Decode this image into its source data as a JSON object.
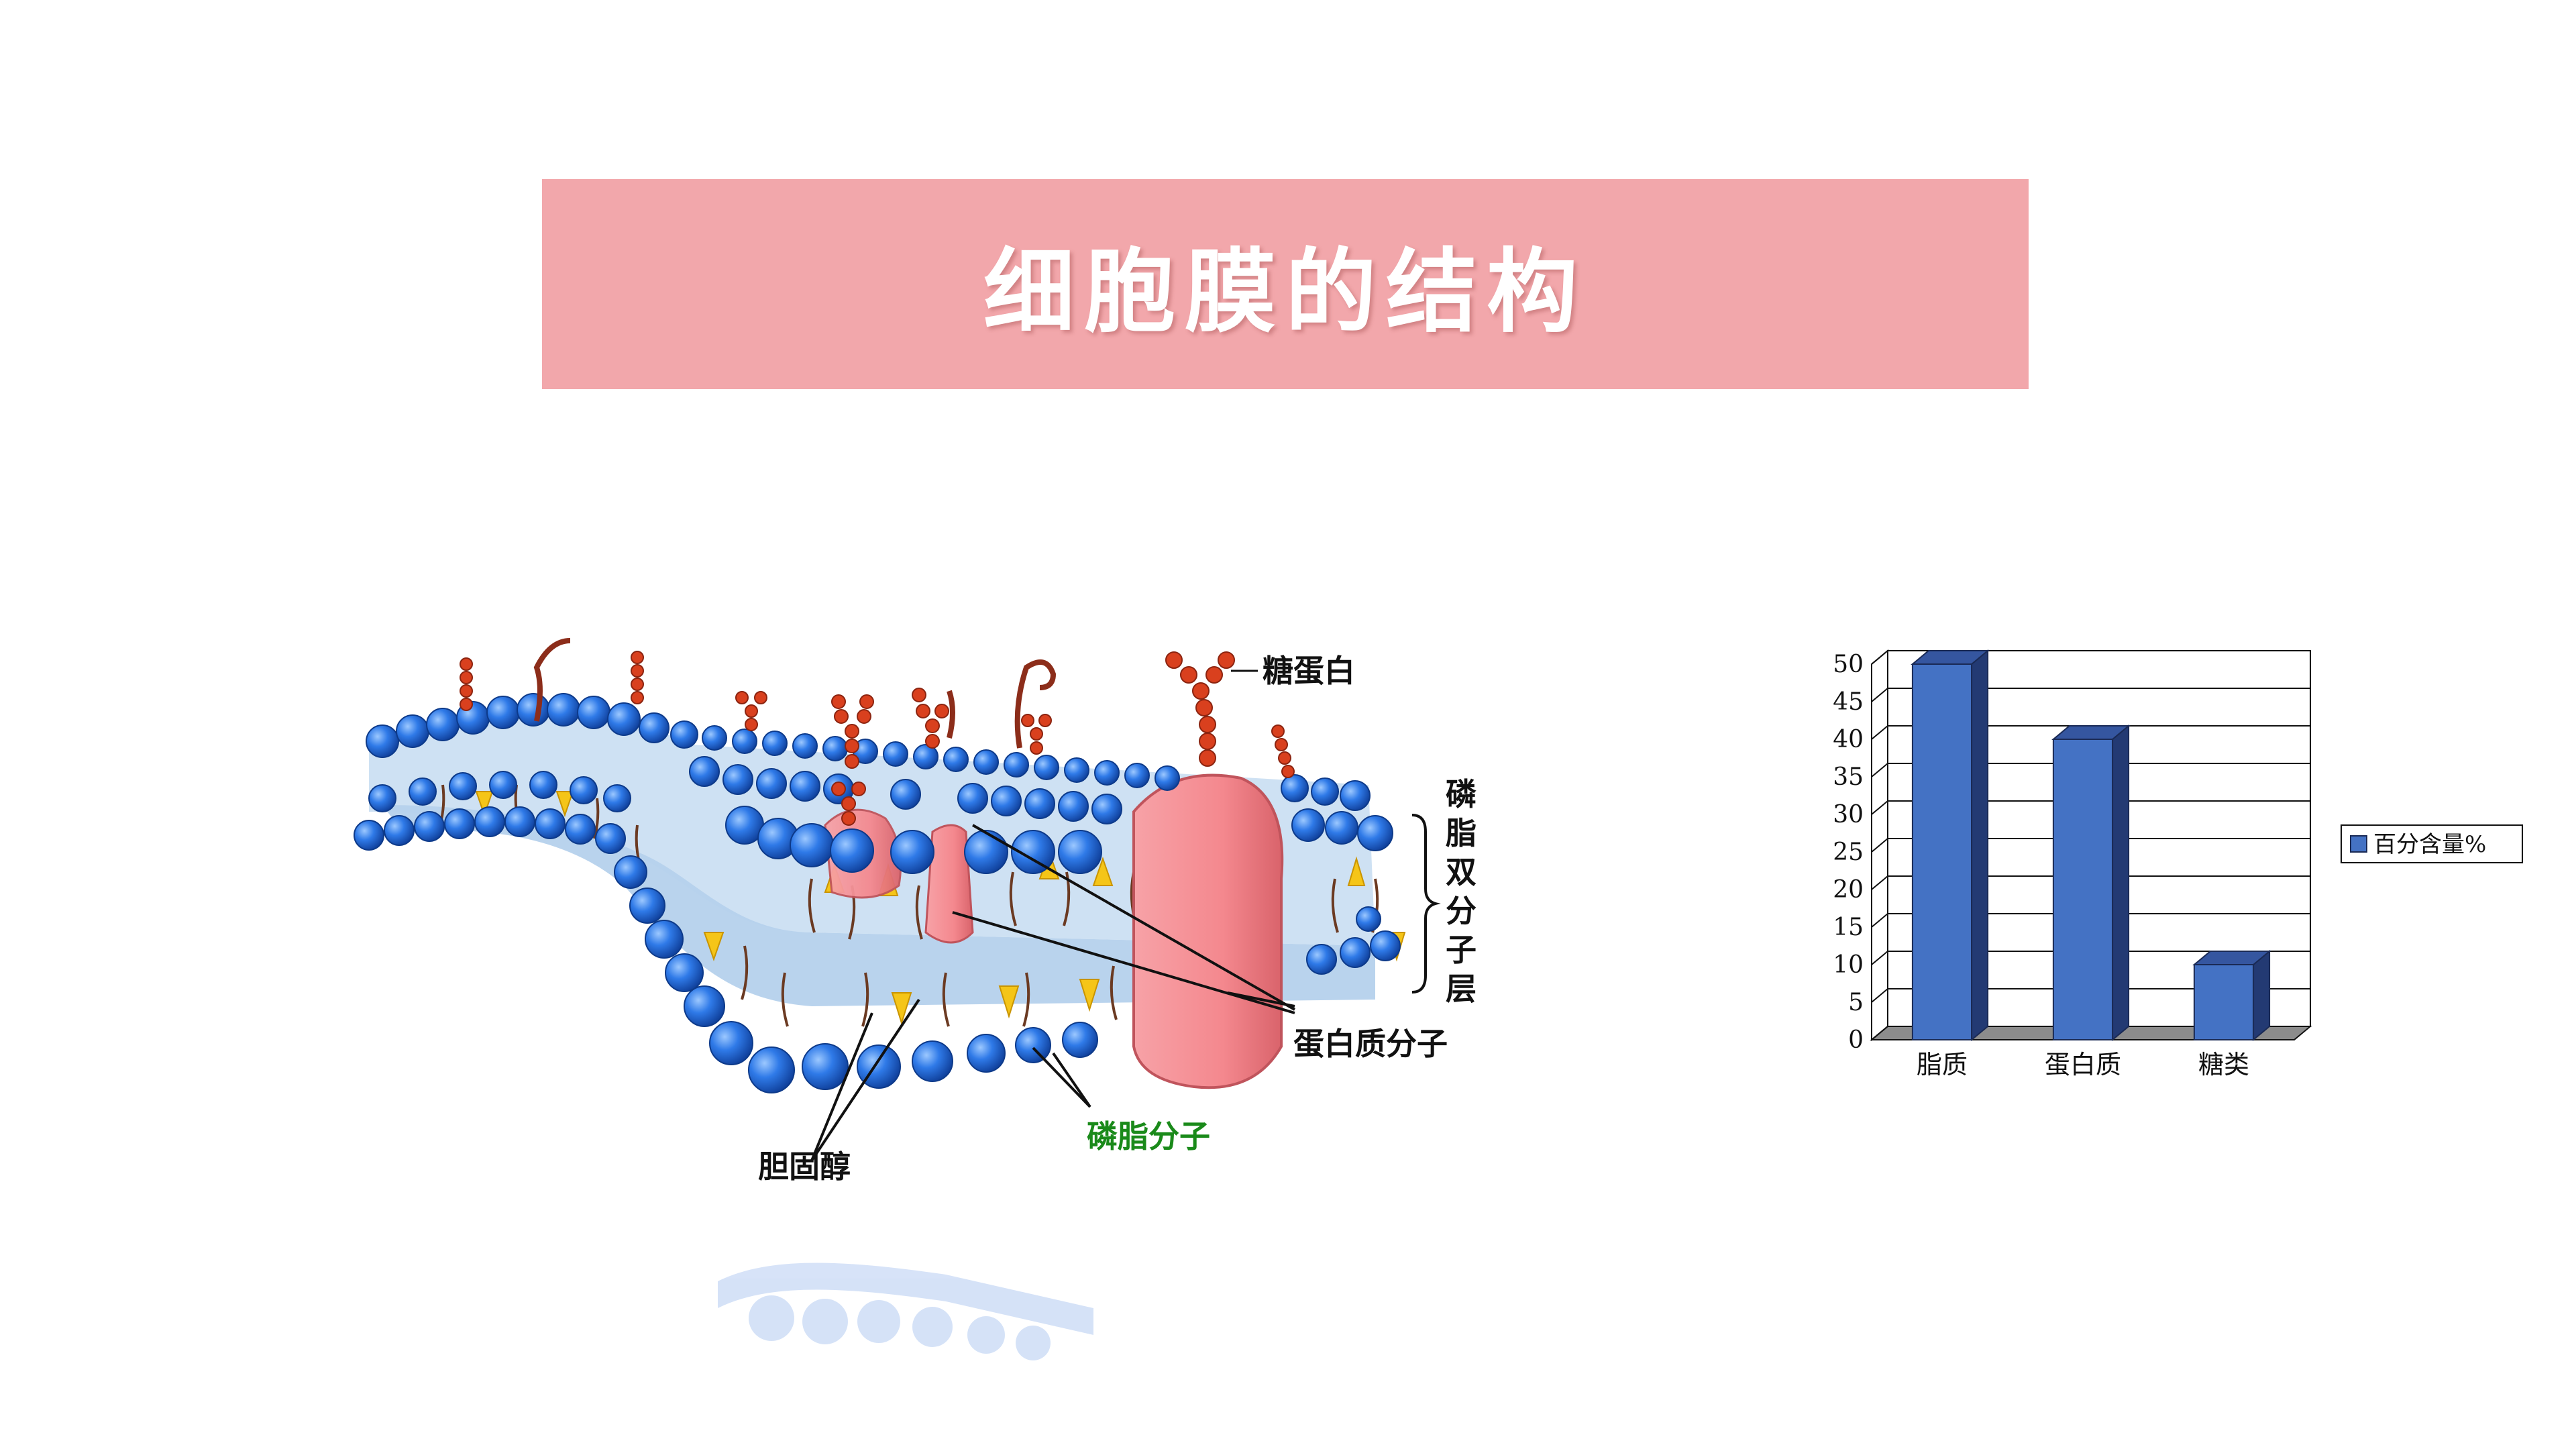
{
  "slide": {
    "title": "细胞膜的结构"
  },
  "diagram": {
    "labels": {
      "glycoprotein": "糖蛋白",
      "bilayer_chars": [
        "磷",
        "脂",
        "双",
        "分",
        "子",
        "层"
      ],
      "protein": "蛋白质分子",
      "phospholipid": "磷脂分子",
      "cholesterol": "胆固醇"
    },
    "colors": {
      "head": "#1f66d6",
      "tail": "#6b3a22",
      "protein": "#f4888e",
      "sugar": "#d9401e",
      "cholesterol": "#f5c518",
      "core": "#bcd6ee",
      "phospholipid_label": "#1a8a1a"
    }
  },
  "chart_data": {
    "type": "bar",
    "categories": [
      "脂质",
      "蛋白质",
      "糖类"
    ],
    "series": [
      {
        "name": "百分含量%",
        "values": [
          50,
          40,
          10
        ],
        "color": "#4472c4"
      }
    ],
    "ylim": [
      0,
      50
    ],
    "yticks": [
      "0",
      "5",
      "10",
      "15",
      "20",
      "25",
      "30",
      "35",
      "40",
      "45",
      "50"
    ],
    "grid": true,
    "legend": "right",
    "style": "3d"
  }
}
